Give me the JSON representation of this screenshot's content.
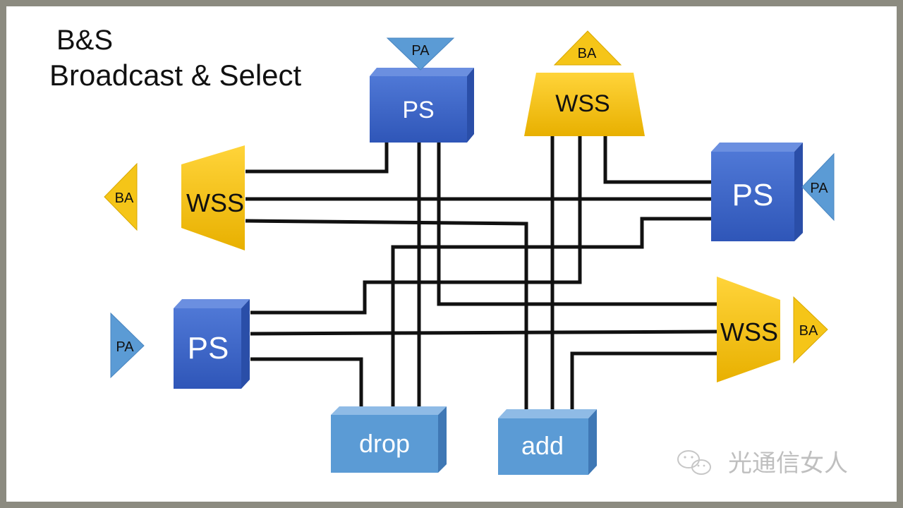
{
  "title": {
    "line1": "B&S",
    "line2": "Broadcast & Select"
  },
  "nodes": {
    "ps_top": "PS",
    "wss_top": "WSS",
    "ps_right": "PS",
    "wss_left": "WSS",
    "ps_left": "PS",
    "wss_right": "WSS",
    "drop": "drop",
    "add": "add"
  },
  "amps": {
    "pa_top": "PA",
    "ba_top": "BA",
    "ba_left": "BA",
    "pa_right": "PA",
    "pa_left": "PA",
    "ba_right": "BA"
  },
  "watermark": {
    "text": "光通信女人",
    "icon": "wechat-icon"
  },
  "colors": {
    "ps_blue": "#3f66c8",
    "box_blue": "#5b9bd5",
    "wss_yellow": "#f5c518",
    "amp_blue": "#5b9bd5",
    "amp_yellow": "#f5c518",
    "fiber": "#111111"
  }
}
